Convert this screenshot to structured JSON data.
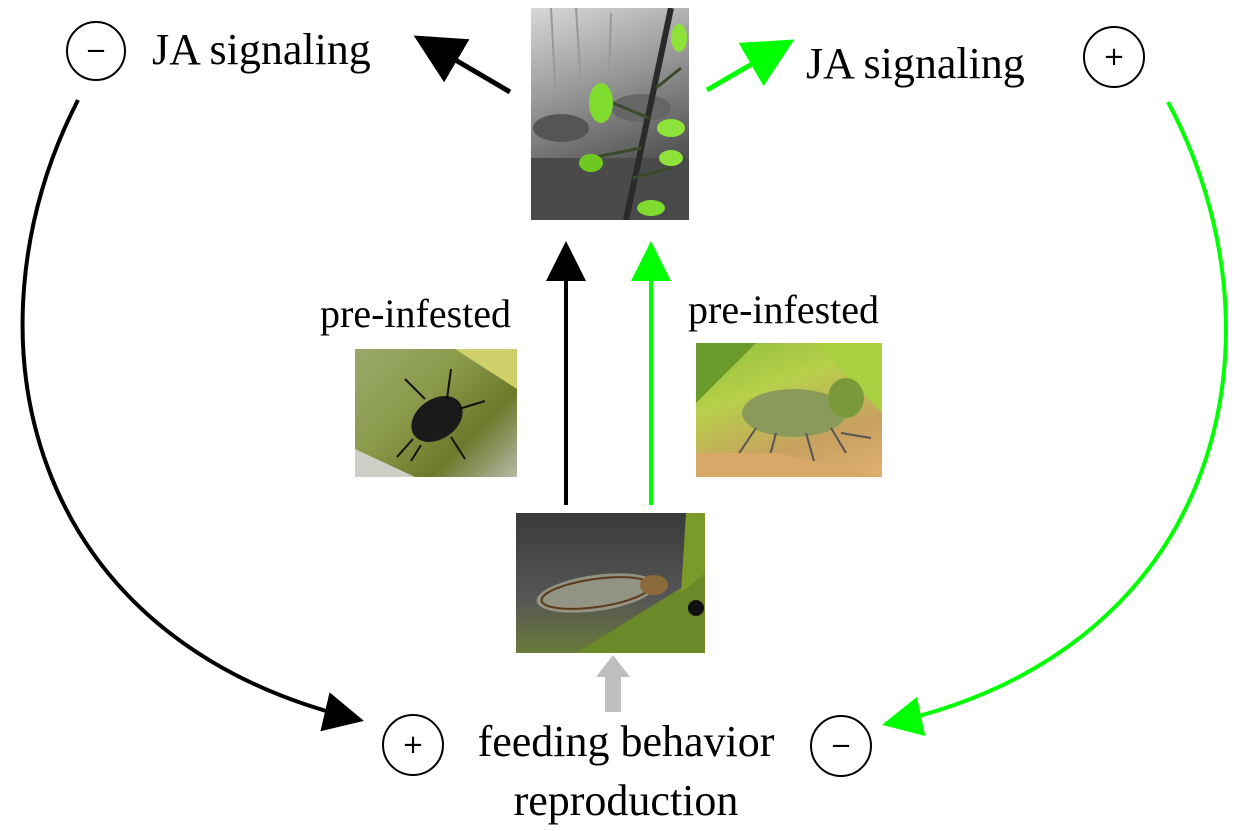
{
  "left_top": {
    "sign": "−",
    "label": "JA signaling"
  },
  "right_top": {
    "sign": "+",
    "label": "JA signaling"
  },
  "left_mid": {
    "label": "pre-infested"
  },
  "right_mid": {
    "label": "pre-infested"
  },
  "bottom": {
    "left_sign": "+",
    "line1": "feeding behavior",
    "line2": "reproduction",
    "right_sign": "−"
  },
  "colors": {
    "black_path": "#000000",
    "green_path": "#00ff00",
    "gray_arrow": "#bfbfbf"
  },
  "photos": [
    "plant-photo",
    "dark-aphid-photo",
    "green-aphid-photo",
    "psyllid-photo"
  ]
}
